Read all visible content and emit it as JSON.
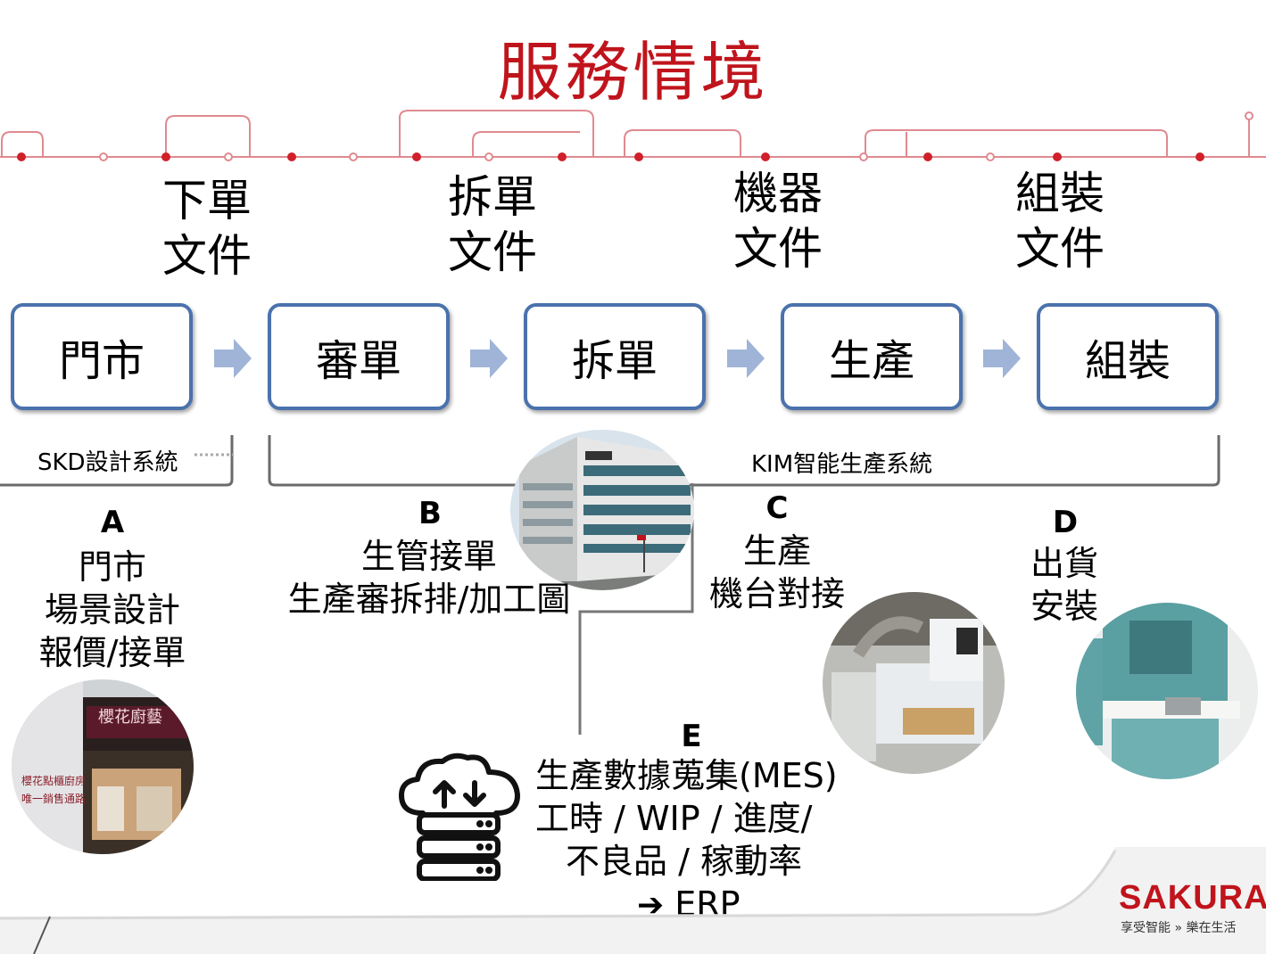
{
  "title": "服務情境",
  "documents": [
    {
      "line1": "下單",
      "line2": "文件"
    },
    {
      "line1": "拆單",
      "line2": "文件"
    },
    {
      "line1": "機器",
      "line2": "文件"
    },
    {
      "line1": "組裝",
      "line2": "文件"
    }
  ],
  "process_steps": [
    "門市",
    "審單",
    "拆單",
    "生產",
    "組裝"
  ],
  "systems": {
    "skd": "SKD設計系統",
    "kim": "KIM智能生產系統"
  },
  "sections": {
    "a": {
      "letter": "A",
      "lines": [
        "門市",
        "場景設計",
        "報價/接單"
      ]
    },
    "b": {
      "letter": "B",
      "lines": [
        "生管接單",
        "生產審拆排/加工圖"
      ]
    },
    "c": {
      "letter": "C",
      "lines": [
        "生產",
        "機台對接"
      ]
    },
    "d": {
      "letter": "D",
      "lines": [
        "出貨",
        "安裝"
      ]
    },
    "e": {
      "letter": "E",
      "lines": [
        "生產數據蒐集(MES)",
        "工時  /  WIP / 進度/",
        "不良品 / 稼動率"
      ],
      "erp": "ERP"
    }
  },
  "store_sign": "櫻花廚藝",
  "store_banner": [
    "櫻花點櫃廚房",
    "唯一銷售通路"
  ],
  "logo": {
    "brand": "SAKURA",
    "tagline": "享受智能 » 樂在生活"
  },
  "colors": {
    "accent": "#c0141c",
    "box_border": "#4a72ad",
    "arrow": "#9fb4d6",
    "bracket": "#6b6b6b"
  }
}
